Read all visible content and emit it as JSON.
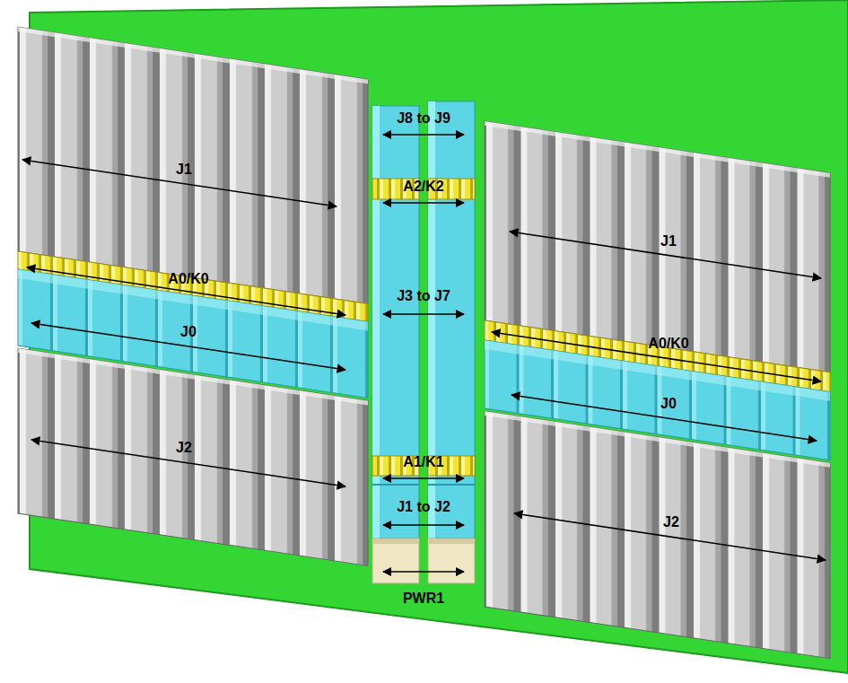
{
  "diagram": {
    "labels": [
      "J8 to J9",
      "J1",
      "A2/K2",
      "J1",
      "A0/K0",
      "J3 to J7",
      "J0",
      "A0/K0",
      "J0",
      "J2",
      "A1/K1",
      "J2",
      "J1 to J2",
      "PWR1"
    ]
  }
}
